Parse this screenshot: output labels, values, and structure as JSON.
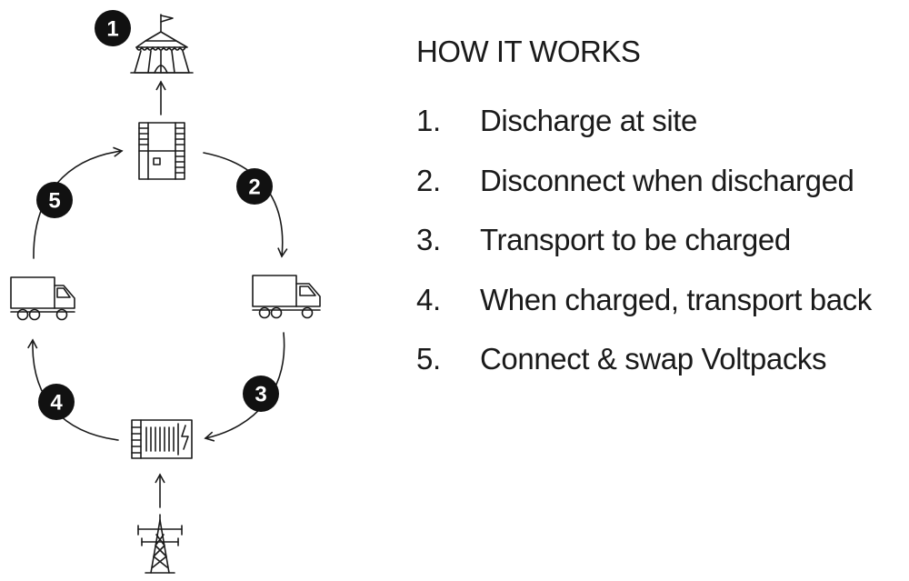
{
  "panel": {
    "title": "HOW IT WORKS",
    "steps": [
      {
        "number": "1.",
        "text": "Discharge at site"
      },
      {
        "number": "2.",
        "text": "Disconnect when discharged"
      },
      {
        "number": "3.",
        "text": "Transport to be charged"
      },
      {
        "number": "4.",
        "text": "When charged, transport back"
      },
      {
        "number": "5.",
        "text": "Connect & swap Voltpacks"
      }
    ]
  },
  "diagram": {
    "badges": [
      "1",
      "2",
      "3",
      "4",
      "5"
    ],
    "icons": [
      "circus-tent-icon",
      "battery-unit-icon",
      "truck-icon",
      "truck-icon",
      "charging-battery-icon",
      "power-pylon-icon"
    ],
    "line_color": "#1a1a1a"
  }
}
